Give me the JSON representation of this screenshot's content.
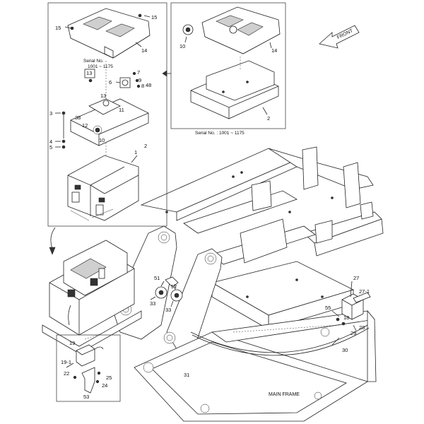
{
  "direction_label": "FRONT",
  "assembly_label": "MAIN FRAME",
  "serial_note_left": "Serial No.\n1001 ~ 1175",
  "serial_note_right": "Serial No. : 1001 ~ 1175",
  "callouts": {
    "c15a": "15",
    "c15b": "15",
    "c14a": "14",
    "c10a": "10",
    "c14b": "14",
    "c13a": "13",
    "c7": "7",
    "c6": "6",
    "c9": "9",
    "c8": "8",
    "c48": "48",
    "c13b": "13",
    "c2a": "2",
    "c3": "3",
    "c38": "38",
    "c11": "11",
    "c12": "12",
    "c4": "4",
    "c5": "5",
    "c10b": "10",
    "c2b": "2",
    "c1": "1",
    "c51": "51",
    "c52": "52",
    "c33a": "33",
    "c33b": "33",
    "c27": "27",
    "c27_1": "27-1",
    "c55": "55",
    "c18": "18",
    "c29": "29",
    "c28": "28",
    "c30": "30",
    "c31": "31",
    "c19": "19",
    "c19_1": "19-1",
    "c22": "22",
    "c25": "25",
    "c24": "24",
    "c53": "53"
  }
}
